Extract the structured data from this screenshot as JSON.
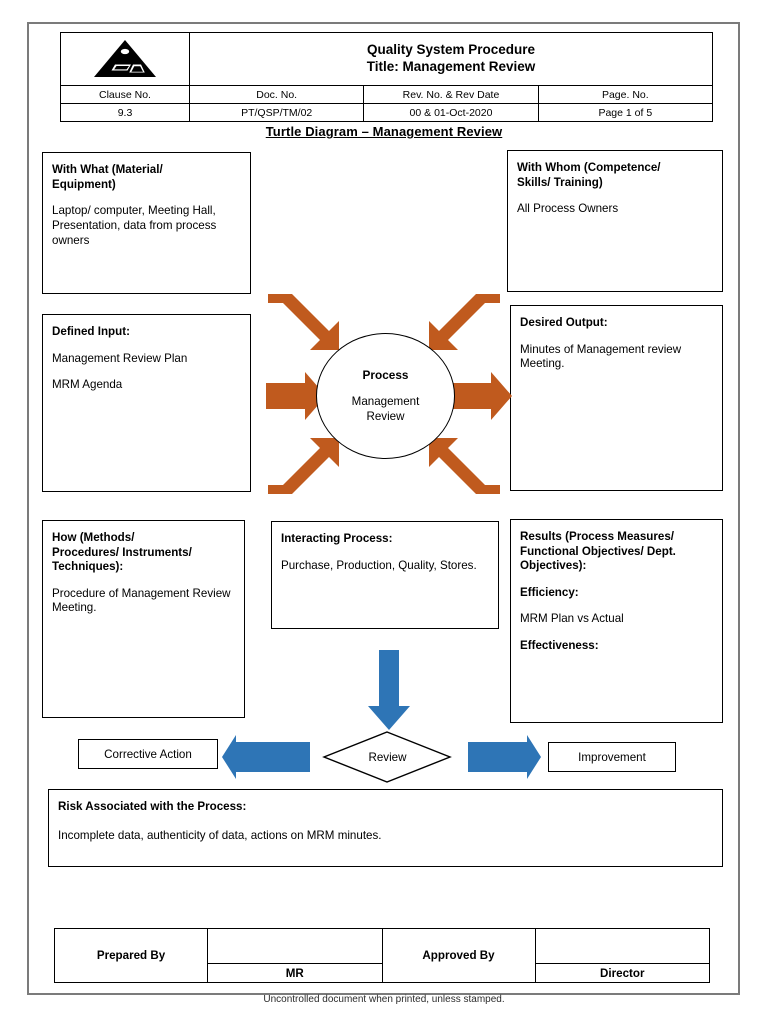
{
  "header": {
    "logo_icon": "pyramid-logo-icon",
    "title_line1": "Quality System Procedure",
    "title_line2": "Title: Management Review",
    "columns": [
      "Clause No.",
      "Doc. No.",
      "Rev. No. & Rev Date",
      "Page. No."
    ],
    "values": [
      "9.3",
      "PT/QSP/TM/02",
      "00 & 01-Oct-2020",
      "Page 1 of 5"
    ]
  },
  "diagram": {
    "title": "Turtle Diagram – Management Review",
    "process": {
      "heading": "Process",
      "name_line1": "Management",
      "name_line2": "Review"
    },
    "boxes": {
      "with_what": {
        "heading_line1": "With What (Material/",
        "heading_line2": "Equipment)",
        "body": "Laptop/ computer, Meeting Hall, Presentation, data from process owners"
      },
      "with_whom": {
        "heading_line1": "With Whom (Competence/",
        "heading_line2": "Skills/ Training)",
        "body": "All Process Owners"
      },
      "defined_input": {
        "heading": "Defined Input:",
        "body1": "Management Review Plan",
        "body2": "MRM Agenda"
      },
      "desired_output": {
        "heading": "Desired Output:",
        "body": "Minutes of Management review Meeting."
      },
      "how": {
        "heading_line1": "How (Methods/",
        "heading_line2": "Procedures/ Instruments/",
        "heading_line3": "Techniques):",
        "body": "Procedure of Management Review Meeting."
      },
      "interacting": {
        "heading": "Interacting Process:",
        "body": "Purchase, Production, Quality, Stores."
      },
      "results": {
        "heading_line1": "Results (Process Measures/",
        "heading_line2": "Functional Objectives/ Dept.",
        "heading_line3": "Objectives):",
        "efficiency_label": "Efficiency:",
        "efficiency_value": "MRM Plan vs Actual",
        "effectiveness_label": "Effectiveness:"
      },
      "risk": {
        "heading": "Risk Associated with the Process:",
        "body": "Incomplete data, authenticity of data, actions on MRM minutes."
      }
    },
    "review_row": {
      "diamond_label": "Review",
      "left_box_label": "Corrective Action",
      "right_box_label": "Improvement"
    }
  },
  "signature": {
    "prepared_by_label": "Prepared By",
    "prepared_by_name": "MR",
    "approved_by_label": "Approved By",
    "approved_by_name": "Director"
  },
  "footer": {
    "note": "Uncontrolled document when printed, unless stamped."
  },
  "colors": {
    "arrow_orange": "#C05A1E",
    "arrow_blue": "#2E75B6",
    "border_black": "#000000",
    "page_border_gray": "#7B7B7B"
  }
}
